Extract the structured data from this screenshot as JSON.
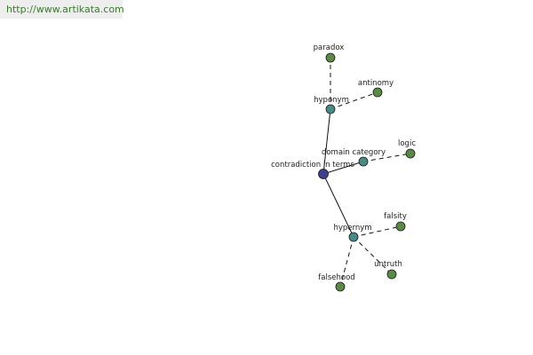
{
  "header": {
    "url": "http://www.artikata.com"
  },
  "graph": {
    "nodes": {
      "center": {
        "label": "contradiction in terms",
        "color": "#3b3f8f"
      },
      "hyponym": {
        "label": "hyponym",
        "color": "#4a8a86"
      },
      "domain": {
        "label": "domain category",
        "color": "#4a8a86"
      },
      "hypernym": {
        "label": "hypernym",
        "color": "#4a8a86"
      },
      "paradox": {
        "label": "paradox",
        "color": "#5a8a45"
      },
      "antinomy": {
        "label": "antinomy",
        "color": "#5a8a45"
      },
      "logic": {
        "label": "logic",
        "color": "#5a8a45"
      },
      "falsity": {
        "label": "falsity",
        "color": "#5a8a45"
      },
      "untruth": {
        "label": "untruth",
        "color": "#5a8a45"
      },
      "falsehood": {
        "label": "falsehood",
        "color": "#5a8a45"
      }
    },
    "edges": [
      {
        "from": "center",
        "to": "hyponym",
        "style": "solid"
      },
      {
        "from": "center",
        "to": "domain",
        "style": "solid"
      },
      {
        "from": "center",
        "to": "hypernym",
        "style": "solid"
      },
      {
        "from": "hyponym",
        "to": "paradox",
        "style": "dashed"
      },
      {
        "from": "hyponym",
        "to": "antinomy",
        "style": "dashed"
      },
      {
        "from": "domain",
        "to": "logic",
        "style": "dashed"
      },
      {
        "from": "hypernym",
        "to": "falsity",
        "style": "dashed"
      },
      {
        "from": "hypernym",
        "to": "untruth",
        "style": "dashed"
      },
      {
        "from": "hypernym",
        "to": "falsehood",
        "style": "dashed"
      }
    ]
  }
}
